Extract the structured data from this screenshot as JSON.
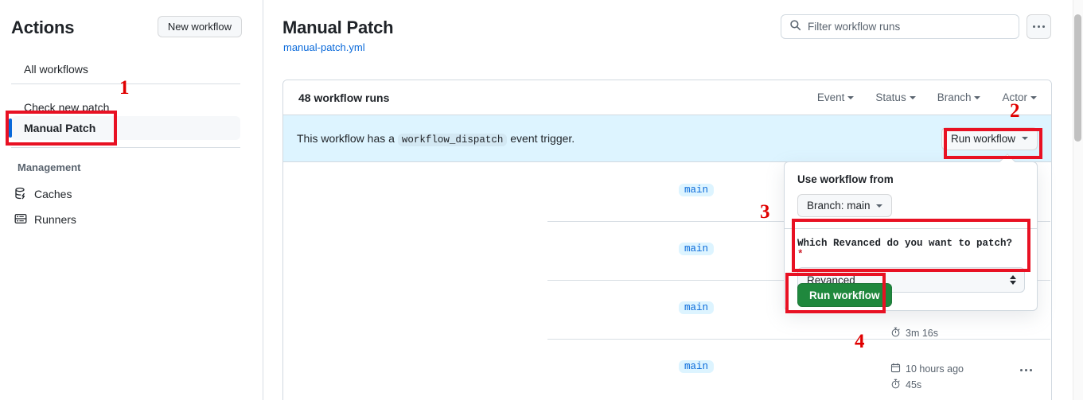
{
  "sidebar": {
    "title": "Actions",
    "new_workflow_label": "New workflow",
    "all_workflows_label": "All workflows",
    "workflows": [
      {
        "label": "Check new patch",
        "selected": false
      },
      {
        "label": "Manual Patch",
        "selected": true
      }
    ],
    "management_label": "Management",
    "management_items": [
      {
        "label": "Caches",
        "icon": "cache-icon"
      },
      {
        "label": "Runners",
        "icon": "server-icon"
      }
    ]
  },
  "header": {
    "page_title": "Manual Patch",
    "workflow_file": "manual-patch.yml",
    "search_placeholder": "Filter workflow runs",
    "search_value": "",
    "search_icon": "search-icon",
    "kebab_icon": "kebab-horizontal-icon"
  },
  "runs": {
    "count_label": "48 workflow runs",
    "filters": [
      {
        "label": "Event"
      },
      {
        "label": "Status"
      },
      {
        "label": "Branch"
      },
      {
        "label": "Actor"
      }
    ],
    "dispatch_banner": {
      "text_before": "This workflow has a",
      "event_name": "workflow_dispatch",
      "text_after": "event trigger.",
      "run_button_label": "Run workflow"
    },
    "rows": [
      {
        "branch": "main",
        "timestamp": "",
        "duration": ""
      },
      {
        "branch": "main",
        "timestamp": "",
        "duration": ""
      },
      {
        "branch": "main",
        "timestamp": "",
        "duration": "3m 16s"
      },
      {
        "branch": "main",
        "timestamp": "10 hours ago",
        "duration": "45s"
      }
    ]
  },
  "workflow_panel": {
    "use_workflow_from_label": "Use workflow from",
    "branch_selector_label": "Branch: main",
    "input_label": "Which Revanced do you want to patch?",
    "required_marker": "*",
    "select_value": "Revanced",
    "submit_label": "Run workflow"
  },
  "annotations": [
    {
      "number": "1"
    },
    {
      "number": "2"
    },
    {
      "number": "3"
    },
    {
      "number": "4"
    }
  ],
  "colors": {
    "accent_blue": "#0969DA",
    "green": "#1f883d",
    "annotation_red": "#e81123",
    "banner_blue": "#ddf4ff",
    "tab_orange": "#FD8C73"
  }
}
